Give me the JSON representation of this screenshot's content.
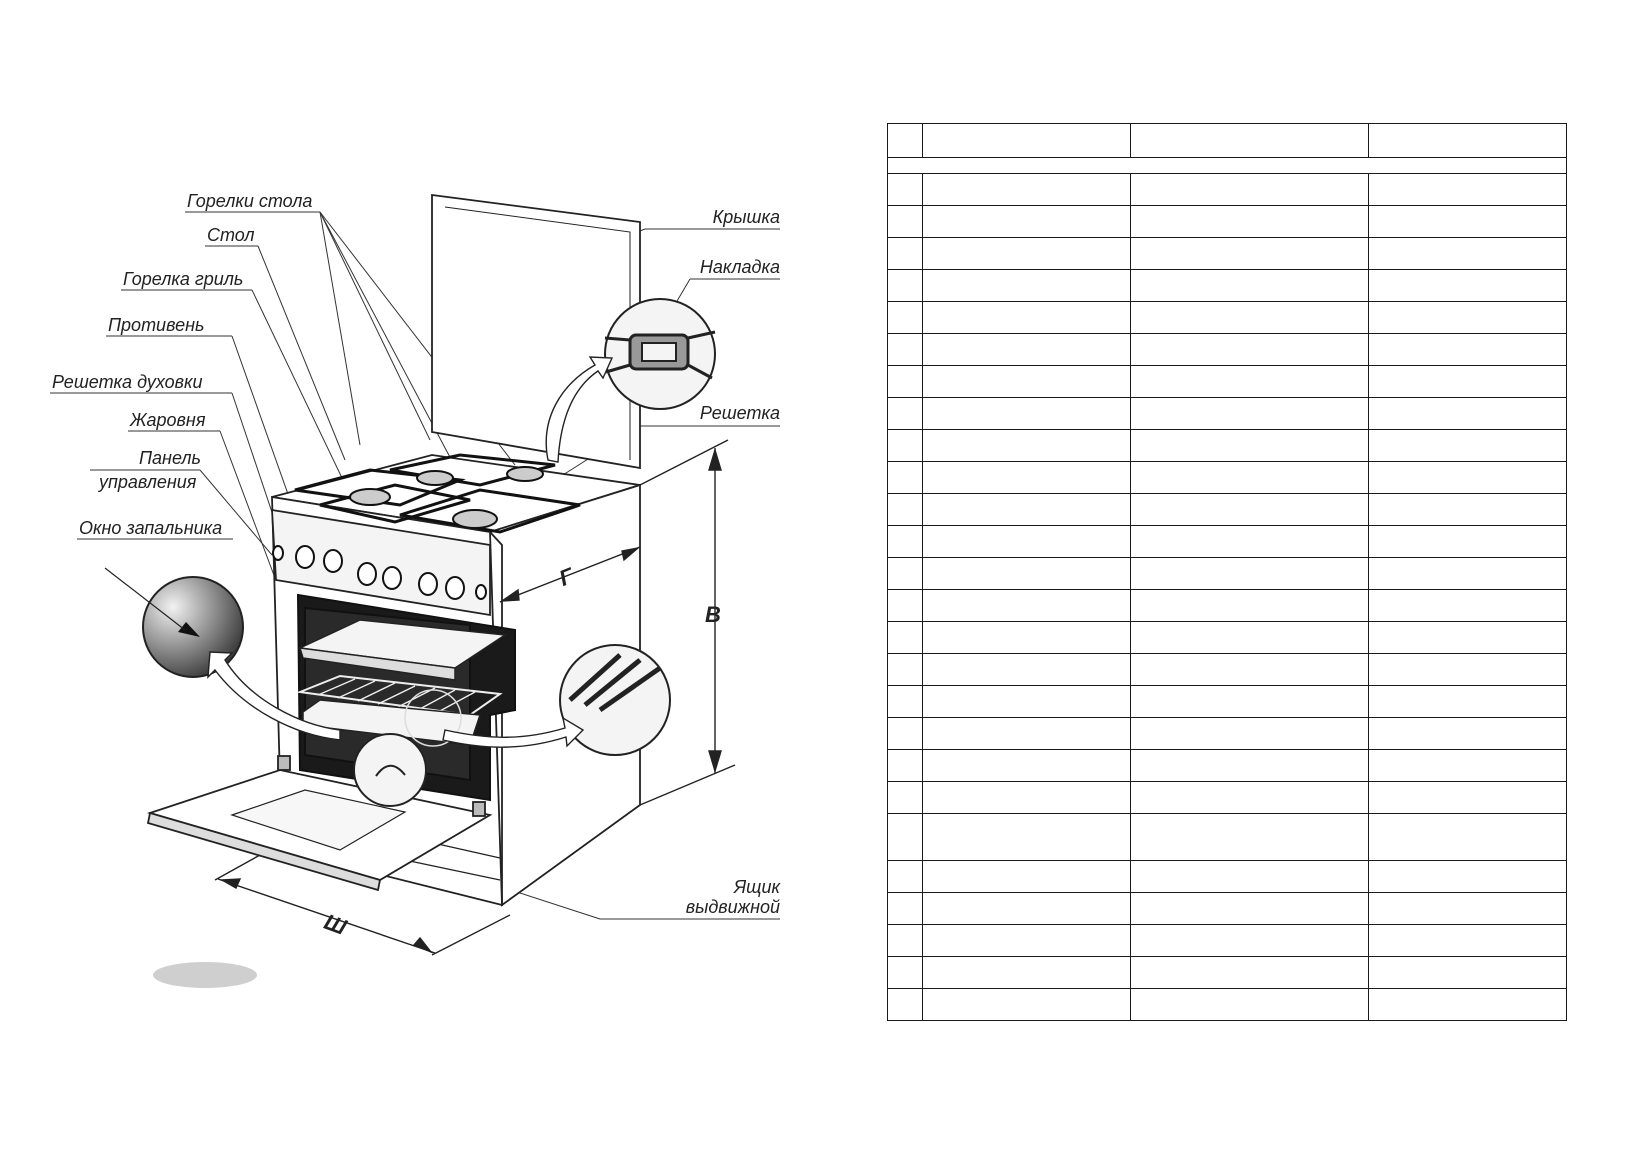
{
  "labels": {
    "burners": "Горелки стола",
    "table": "Стол",
    "grill_burner": "Горелка гриль",
    "tray": "Противень",
    "oven_rack": "Решетка духовки",
    "roaster": "Жаровня",
    "panel_line1": "Панель",
    "panel_line2": "управления",
    "igniter_window": "Окно запальника",
    "lid": "Крышка",
    "overlay": "Накладка",
    "grate": "Решетка",
    "drawer_line1": "Ящик",
    "drawer_line2": "выдвижной"
  },
  "dimensions": {
    "width": "Ш",
    "depth": "Г",
    "height": "В"
  },
  "table": {
    "rows": 28
  }
}
